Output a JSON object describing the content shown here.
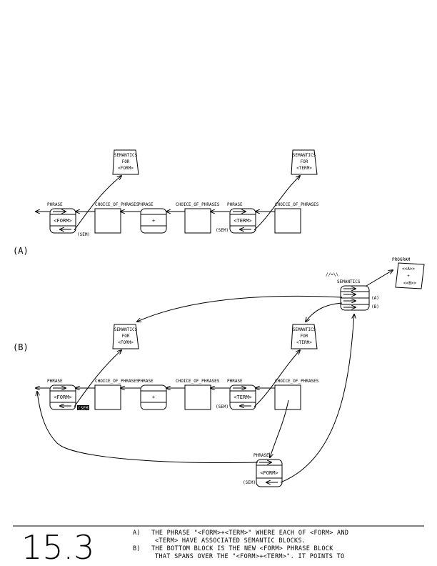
{
  "part_a": {
    "label": "(A)",
    "sem_form": [
      "SEMANTICS",
      "FOR",
      "<FORM>"
    ],
    "sem_term": [
      "SEMANTICS",
      "FOR",
      "<TERM>"
    ],
    "phrase1": "PHRASE",
    "form_box": "<FORM>",
    "sem1": "(SEM)",
    "choice1": "CHOICE_OF_PHRASES",
    "phrase2": "PHRASE",
    "plus": "+",
    "choice2": "CHOICE_OF_PHRASES",
    "phrase3": "PHRASE",
    "term_box": "<TERM>",
    "sem3": "(SEM)",
    "choice3": "CHOICE_OF_PHRASES"
  },
  "part_b": {
    "label": "(B)",
    "program": "PROGRAM",
    "prog_line1": "<<A>>",
    "prog_line2": "+",
    "prog_line3": "<<B>>",
    "slash": "//=\\\\",
    "semantics": "SEMANTICS",
    "a_tag": "(A)",
    "b_tag": "(B)",
    "sem_form": [
      "SEMANTICS",
      "FOR",
      "<FORM>"
    ],
    "sem_term": [
      "SEMANTICS",
      "FOR",
      "<TERM>"
    ],
    "phrase1": "PHRASE",
    "form_box": "<FORM>",
    "sem1": "(SEM)",
    "choice1": "CHOICE_OF_PHRASES",
    "phrase2": "PHRASE",
    "plus": "+",
    "choice2": "CHOICE_OF_PHRASES",
    "phrase3": "PHRASE",
    "term_box": "<TERM>",
    "sem3": "(SEM)",
    "choice3": "CHOICE_OF_PHRASES",
    "phrase_bottom": "PHRASE",
    "form_bottom": "<FORM>",
    "sem_bottom": "(SEM)"
  },
  "caption": {
    "figure_number": "15.3",
    "a_marker": "A)",
    "a_line1": "THE PHRASE \"<FORM>+<TERM>\" WHERE EACH OF <FORM> AND",
    "a_line2": "<TERM> HAVE ASSOCIATED SEMANTIC BLOCKS.",
    "b_marker": "B)",
    "b_line1": "THE BOTTOM BLOCK IS THE NEW <FORM> PHRASE BLOCK",
    "b_line2": "THAT SPANS OVER THE \"<FORM>+<TERM>\".  IT POINTS TO"
  }
}
